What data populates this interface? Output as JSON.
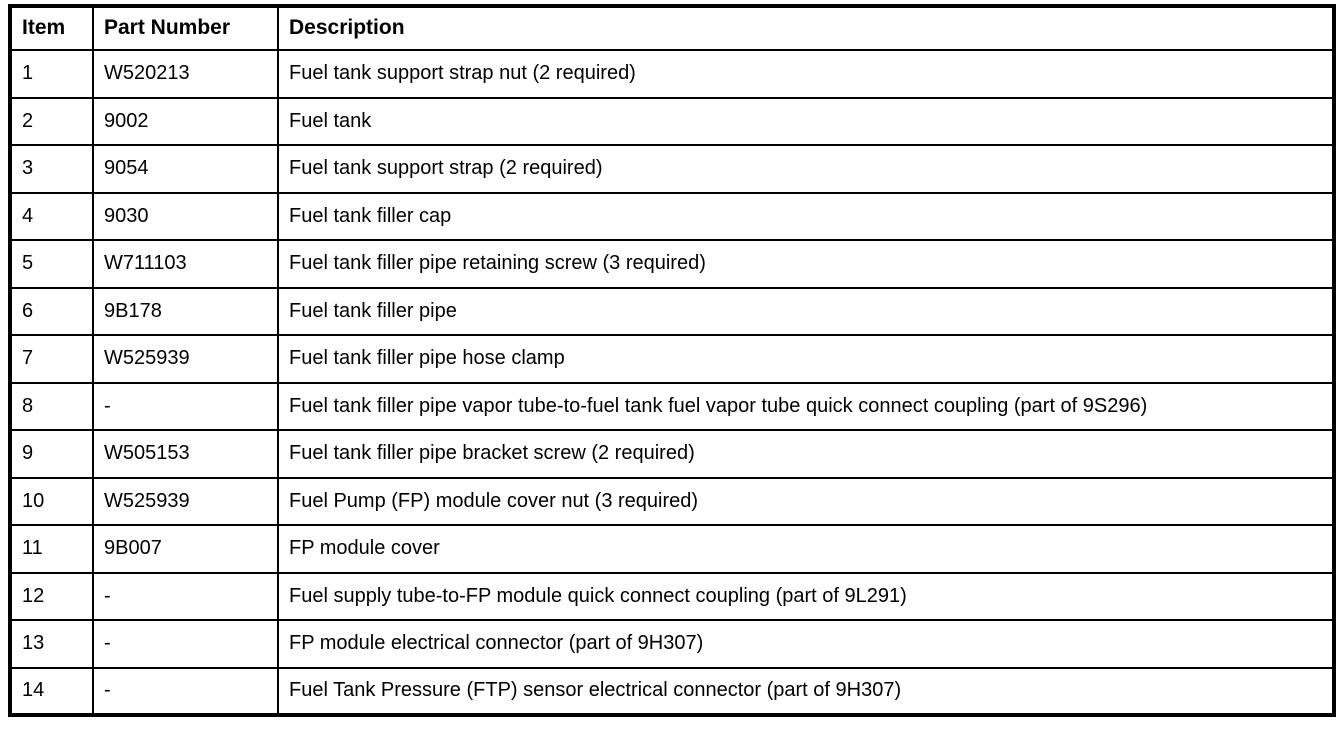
{
  "table": {
    "columns": [
      "Item",
      "Part Number",
      "Description"
    ],
    "rows": [
      {
        "item": "1",
        "part_number": "W520213",
        "description": "Fuel tank support strap nut (2 required)"
      },
      {
        "item": "2",
        "part_number": "9002",
        "description": "Fuel tank"
      },
      {
        "item": "3",
        "part_number": "9054",
        "description": "Fuel tank support strap (2 required)"
      },
      {
        "item": "4",
        "part_number": "9030",
        "description": "Fuel tank filler cap"
      },
      {
        "item": "5",
        "part_number": "W711103",
        "description": "Fuel tank filler pipe retaining screw (3 required)"
      },
      {
        "item": "6",
        "part_number": "9B178",
        "description": "Fuel tank filler pipe"
      },
      {
        "item": "7",
        "part_number": "W525939",
        "description": "Fuel tank filler pipe hose clamp"
      },
      {
        "item": "8",
        "part_number": "-",
        "description": "Fuel tank filler pipe vapor tube-to-fuel tank fuel vapor tube quick connect coupling (part of 9S296)"
      },
      {
        "item": "9",
        "part_number": "W505153",
        "description": "Fuel tank filler pipe bracket screw (2 required)"
      },
      {
        "item": "10",
        "part_number": "W525939",
        "description": "Fuel Pump (FP) module cover nut (3 required)"
      },
      {
        "item": "11",
        "part_number": "9B007",
        "description": "FP module cover"
      },
      {
        "item": "12",
        "part_number": "-",
        "description": "Fuel supply tube-to-FP module quick connect coupling (part of 9L291)"
      },
      {
        "item": "13",
        "part_number": "-",
        "description": "FP module electrical connector (part of 9H307)"
      },
      {
        "item": "14",
        "part_number": "-",
        "description": "Fuel Tank Pressure (FTP) sensor electrical connector (part of 9H307)"
      }
    ]
  },
  "colors": {
    "border": "#000000",
    "text": "#000000",
    "background": "#ffffff"
  }
}
